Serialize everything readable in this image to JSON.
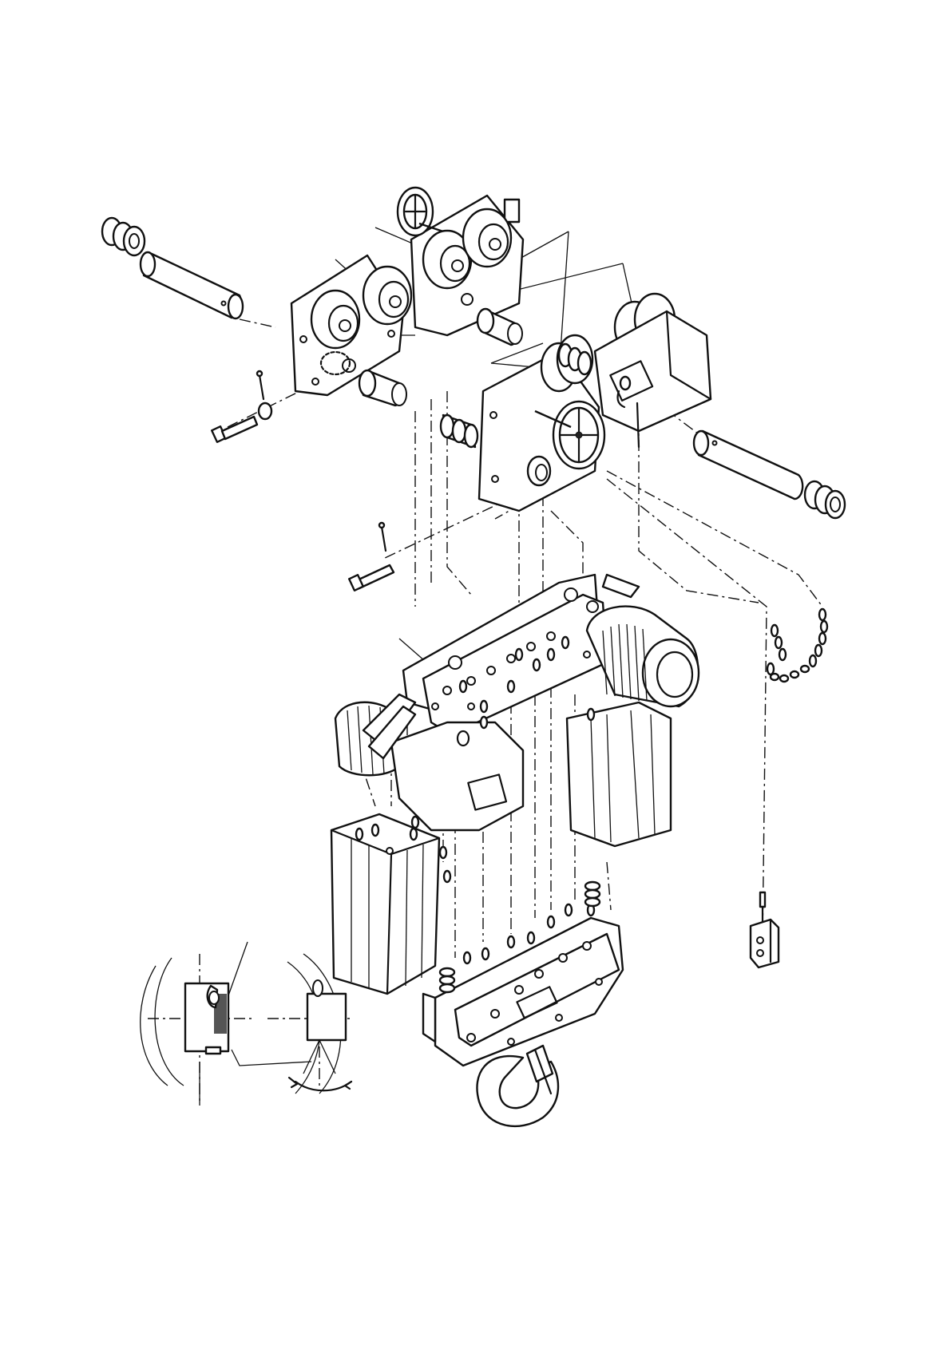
{
  "figure": {
    "subject": "exploded-assembly-drawing",
    "components": [
      "trolley-frame-left",
      "trolley-frame-right",
      "trolley-wheel",
      "geared-wheel",
      "hand-chain-wheel",
      "spacer-pipe",
      "suspension-shaft",
      "spacer-spring",
      "bolt",
      "cotter-pin",
      "nut",
      "hoist-connecting-plate",
      "hoist-motor",
      "hoist-body",
      "chain-container",
      "load-chain",
      "bottom-hook-block",
      "hook",
      "hand-chain",
      "push-button-switch",
      "chain-pin-detail"
    ],
    "labels": []
  }
}
